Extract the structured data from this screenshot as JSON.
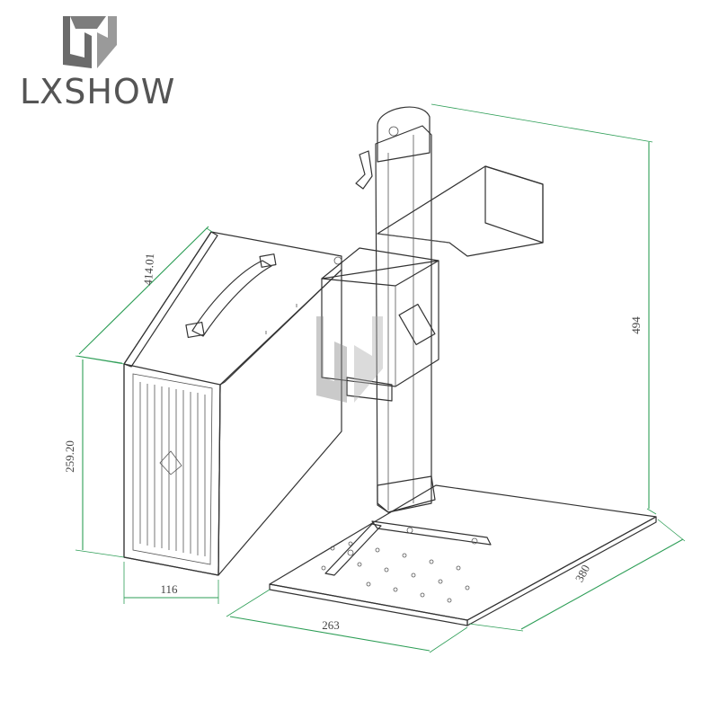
{
  "brand": {
    "name": "LXSHOW",
    "logo_icon": "lxshow-logo-icon",
    "colors": {
      "logo_gray": "#6b6b6b",
      "dimension_green": "#2e9e57"
    }
  },
  "dimensions": {
    "depth_laser": "414.01",
    "height_laser": "259.20",
    "width_laser": "116",
    "base_width": "263",
    "base_depth": "380",
    "total_height": "494"
  }
}
